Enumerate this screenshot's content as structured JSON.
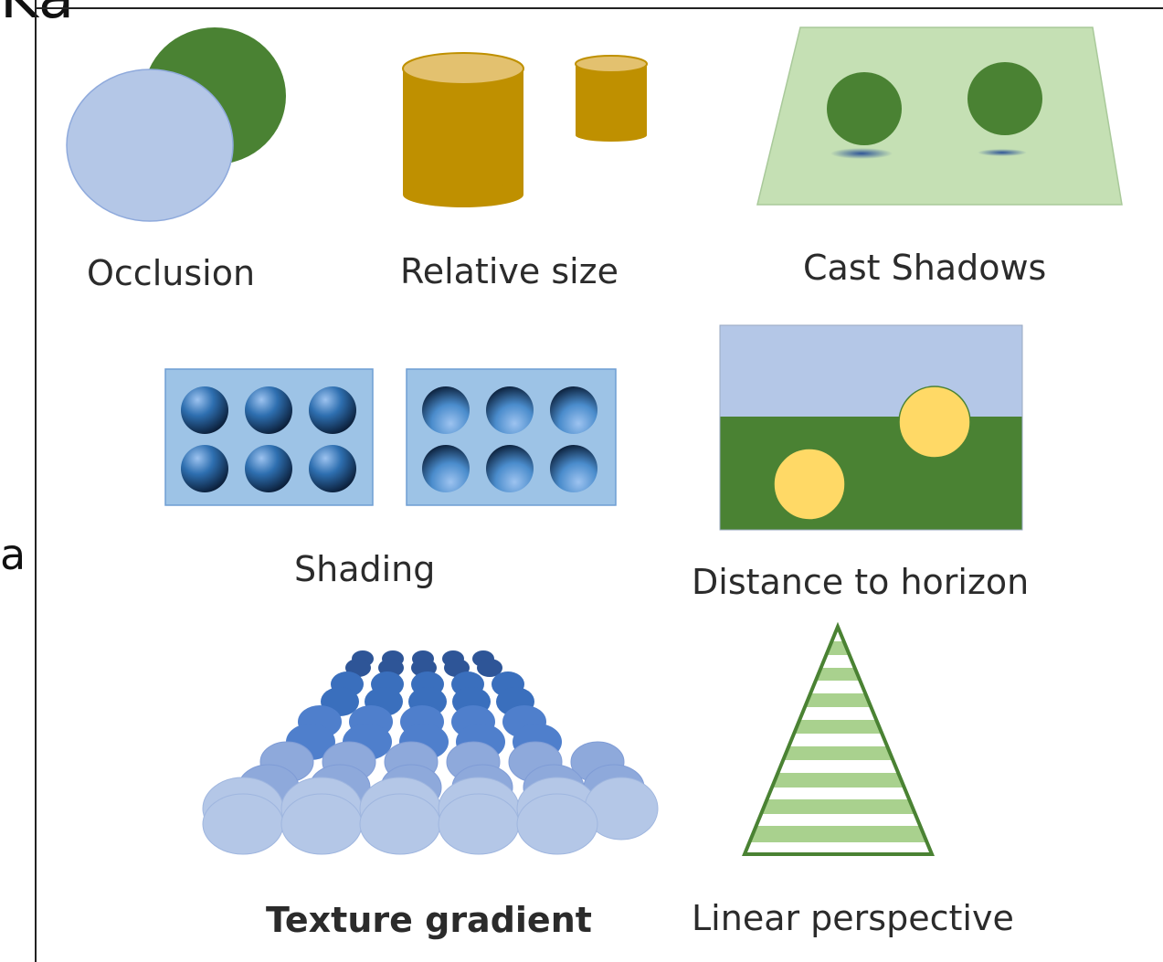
{
  "fragments": {
    "top": "Ka",
    "middle": "a"
  },
  "captions": {
    "occlusion": "Occlusion",
    "relative_size": "Relative size",
    "cast_shadows": "Cast Shadows",
    "shading": "Shading",
    "distance_to_horizon": "Distance to horizon",
    "texture_gradient": "Texture gradient",
    "linear_perspective": "Linear perspective"
  },
  "colors": {
    "green": "#4a8233",
    "light_blue": "#b4c7e7",
    "mustard": "#bf9000",
    "mustard_top": "#e3c16f",
    "pale_green": "#c5e0b4",
    "sky": "#b4c7e7",
    "yellow": "#ffd966"
  }
}
